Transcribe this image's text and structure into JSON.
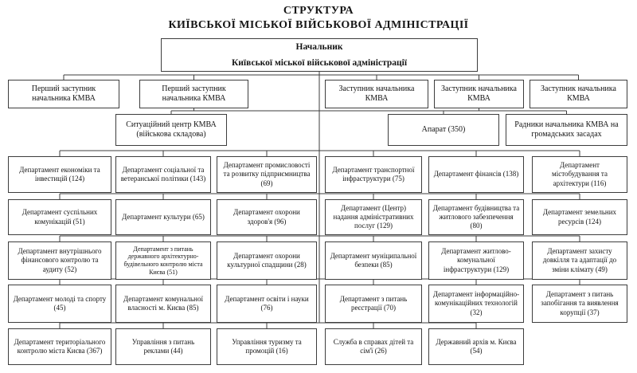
{
  "title": {
    "line1": "СТРУКТУРА",
    "line2": "КИЇВСЬКОЇ МІСЬКОЇ ВІЙСЬКОВОЇ АДМІНІСТРАЦІЇ"
  },
  "root_box": {
    "line1": "Начальник",
    "line2": "Київської міської військової адміністрації"
  },
  "deputies": [
    "Перший заступник начальника КМВА",
    "Перший заступник начальника КМВА",
    "Заступник начальника КМВА",
    "Заступник начальника КМВА",
    "Заступник начальника КМВА"
  ],
  "support_units": [
    "Ситуаційний центр КМВА (військова складова)",
    "Апарат (350)",
    "Радники начальника КМВА на громадських засадах"
  ],
  "departments": {
    "rows": [
      [
        "Департамент економіки та інвестицій (124)",
        "Департамент соціальної та ветеранської політики (143)",
        "Департамент промисловості та розвитку підприємництва (69)",
        "Департамент транспортної інфраструктури (75)",
        "Департамент фінансів (138)",
        "Департамент містобудування та архітектури (116)"
      ],
      [
        "Департамент суспільних комунікацій (51)",
        "Департамент культури (65)",
        "Департамент охорони здоров'я (96)",
        "Департамент (Центр) надання адміністративних послуг (129)",
        "Департамент будівництва та житлового забезпечення (80)",
        "Департамент земельних ресурсів (124)"
      ],
      [
        "Департамент внутрішнього фінансового контролю та аудиту (52)",
        "Департамент з питань державного архітектурно-будівельного контролю міста Києва (51)",
        "Департамент охорони культурної спадщини (28)",
        "Департамент муніципальної безпеки (85)",
        "Департамент житлово-комунальної інфраструктури (129)",
        "Департамент захисту довкілля та адаптації до зміни клімату (49)"
      ],
      [
        "Департамент молоді та спорту (45)",
        "Департамент комунальної власності м. Києва (85)",
        "Департамент освіти і науки (76)",
        "Департамент з питань реєстрації (70)",
        "Департамент інформаційно-комунікаційних технологій (32)",
        "Департамент з питань запобігання та виявлення корупції (37)"
      ],
      [
        "Департамент територіального контролю міста Києва (367)",
        "Управління з питань реклами (44)",
        "Управління туризму та промоцій (16)",
        "Служба в справах дітей та сім'ї (26)",
        "Державний архів м. Києва (54)"
      ]
    ]
  },
  "line_color": "#3d3d3d"
}
